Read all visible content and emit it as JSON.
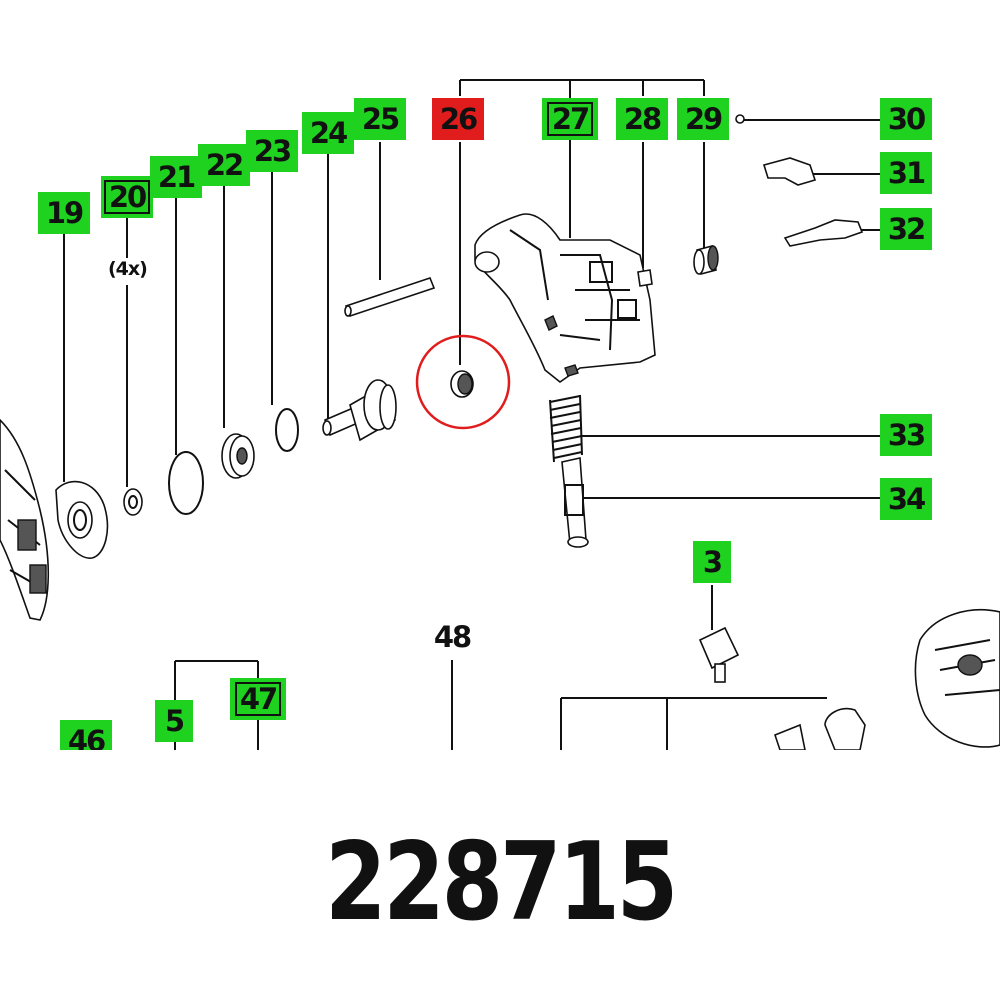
{
  "part_number": "228715",
  "quantity_note": "(4x)",
  "highlight_color": "#e01c1c",
  "label_color": "#1fd21f",
  "labels": {
    "l3": "3",
    "l5": "5",
    "l19": "19",
    "l20": "20",
    "l21": "21",
    "l22": "22",
    "l23": "23",
    "l24": "24",
    "l25": "25",
    "l26": "26",
    "l27": "27",
    "l28": "28",
    "l29": "29",
    "l30": "30",
    "l31": "31",
    "l32": "32",
    "l33": "33",
    "l34": "34",
    "l46": "46",
    "l47": "47",
    "l48": "48"
  }
}
